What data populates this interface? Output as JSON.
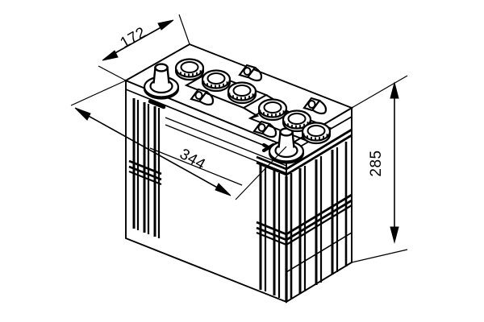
{
  "drawing": {
    "title": "Battery isometric technical drawing",
    "subject": "lead-acid battery",
    "projection": "isometric",
    "units": "mm",
    "line_color": "#000000",
    "background_color": "#ffffff",
    "fill_color": "#ffffff"
  },
  "dimensions": {
    "width_label": "344",
    "depth_label": "172",
    "height_label": "285"
  },
  "terminals": {
    "negative_marker": "dash-marker",
    "positive_marker": "x-marker"
  },
  "features": {
    "cell_cap_count": 6,
    "terminal_post_count": 2,
    "vent_strip_count": 2,
    "handle_bracket_count": 4
  }
}
